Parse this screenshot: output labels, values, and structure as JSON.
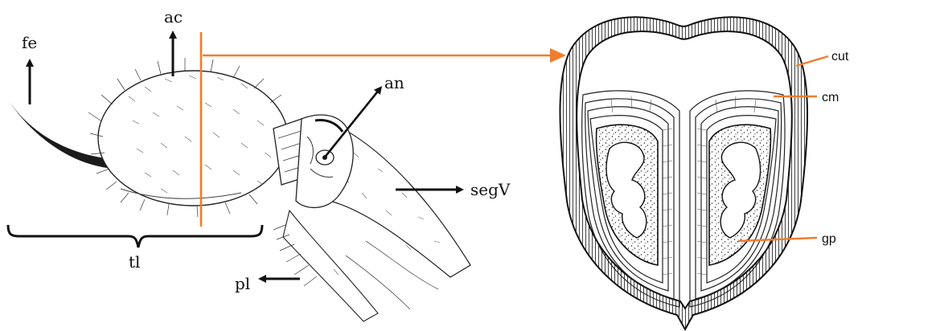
{
  "left_panel": {
    "labels": {
      "fe": "fe",
      "ac": "ac",
      "an": "an",
      "segV": "segV",
      "tl": "tl",
      "pl": "pl"
    }
  },
  "right_panel": {
    "labels": {
      "cut": "cut",
      "cm": "cm",
      "gp": "gp"
    }
  },
  "colors": {
    "accent": "#ef7d2d",
    "ink": "#111111"
  }
}
